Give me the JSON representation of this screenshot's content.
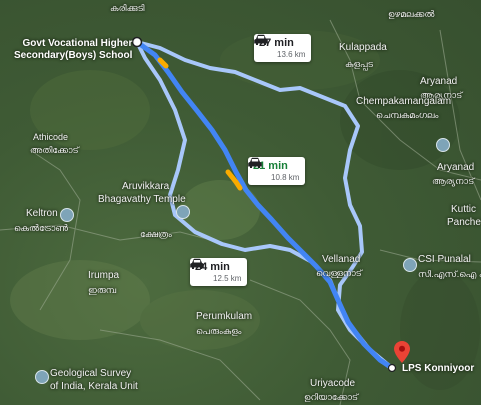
{
  "map": {
    "colors": {
      "route_primary": "#4285f4",
      "route_alt": "#a8c7fa",
      "pin": "#ea4335",
      "traffic": "#f9ab00"
    },
    "top_label": "കരിക്കുടി",
    "origin": {
      "name": "Govt Vocational Higher\nSecondary(Boys) School"
    },
    "destination": {
      "name": "LPS Konniyoor",
      "icon": "map-pin-icon"
    },
    "routes": [
      {
        "time": "27 min",
        "distance": "13.6 km",
        "icon": "car-icon",
        "selected": false
      },
      {
        "time": "21 min",
        "distance": "10.8 km",
        "icon": "car-icon",
        "selected": true
      },
      {
        "time": "24 min",
        "distance": "12.5 km",
        "icon": "car-icon",
        "selected": false
      }
    ],
    "places": {
      "kulappada": "Kulappada",
      "kulappada_ml": "കുളപ്പട",
      "aryanad": "Aryanad",
      "aryanad_ml": "ആര്യനാട്",
      "chempakamangalam": "Chempakamangalam",
      "chempakamangalam_ml": "ചെമ്പകമംഗലം",
      "aryanad2": "Aryanad",
      "aryanad2_ml": "ആര്യനാട്",
      "kuttich": "Kuttic",
      "panche": "Panche",
      "uzhamalakkal": "ഉഴമലക്കൽ",
      "athicode": "Athicode",
      "athicode_ml": "അതിക്കോട്",
      "aruvikkara": "Aruvikkara",
      "bhagavathy": "Bhagavathy Temple",
      "bhagavathy_ml": "ക്ഷേത്രം",
      "keltron": "Keltron",
      "keltron_ml": "കെൽട്രോൺ",
      "irumpa": "Irumpa",
      "irumpa_ml": "ഇരുമ്പ",
      "vellanad": "Vellanad",
      "vellanad_ml": "വെള്ളനാട്",
      "csi_punalal": "CSI Punalal",
      "csi_punalal_ml": "സി.എസ്.ഐ പുനലാൽ",
      "perumkulam": "Perumkulam",
      "perumkulam_ml": "പെരുംകുളം",
      "uriyacode": "Uriyacode",
      "uriyacode_ml": "ഉറിയാക്കോട്",
      "geo1": "Geological Survey",
      "geo2": "of India, Kerala Unit"
    }
  }
}
